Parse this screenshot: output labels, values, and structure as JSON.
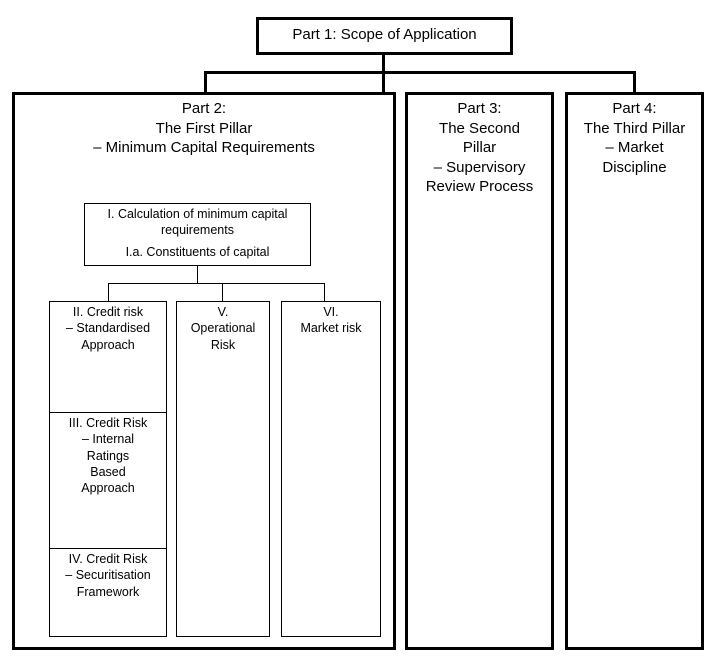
{
  "part1": {
    "title": "Part 1: Scope of Application"
  },
  "part2": {
    "lines": [
      "Part 2:",
      "The First Pillar",
      "– Minimum Capital Requirements"
    ],
    "calc": {
      "lines": [
        "I. Calculation of minimum capital",
        "requirements"
      ],
      "sub": "I.a. Constituents of capital"
    },
    "credit": [
      {
        "lines": [
          "II. Credit risk",
          "– Standardised",
          "Approach"
        ]
      },
      {
        "lines": [
          "III. Credit Risk",
          "– Internal",
          "Ratings",
          "Based",
          "Approach"
        ]
      },
      {
        "lines": [
          "IV. Credit Risk",
          "– Securitisation",
          "Framework"
        ]
      }
    ],
    "operational": {
      "lines": [
        "V.",
        "Operational",
        "Risk"
      ]
    },
    "market": {
      "lines": [
        "VI.",
        "Market risk"
      ]
    }
  },
  "part3": {
    "lines": [
      "Part 3:",
      "The Second",
      "Pillar",
      "– Supervisory",
      "Review Process"
    ]
  },
  "part4": {
    "lines": [
      "Part 4:",
      "The Third Pillar",
      "– Market",
      "Discipline"
    ]
  }
}
